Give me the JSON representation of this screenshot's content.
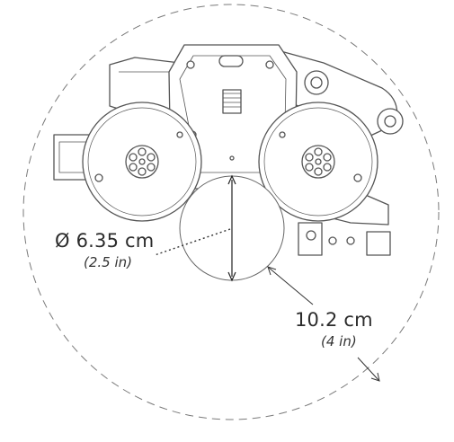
{
  "labels": {
    "diameter_metric": "Ø 6.35 cm",
    "diameter_imperial": "(2.5 in)",
    "radius_metric": "10.2 cm",
    "radius_imperial": "(4 in)"
  },
  "colors": {
    "line": "#6b6b6b",
    "text": "#2b2b2b",
    "mechanism": "#555555"
  }
}
